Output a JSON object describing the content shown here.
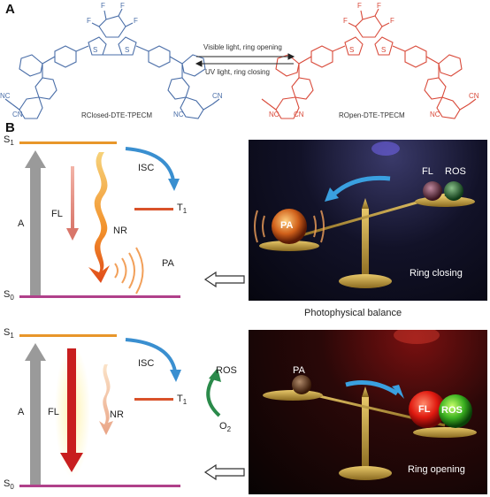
{
  "panelA": {
    "letter": "A",
    "closed_label": "RClosed-DTE-TPECM",
    "open_label": "ROpen-DTE-TPECM",
    "forward_label": "Visible light, ring opening",
    "reverse_label": "UV light, ring closing",
    "cf3_label": "F",
    "cn_label": "CN",
    "nc_label": "NC",
    "s_label": "S"
  },
  "panelB": {
    "letter": "B",
    "top": {
      "s1": "S",
      "s1_sub": "1",
      "s0": "S",
      "s0_sub": "0",
      "t1": "T",
      "t1_sub": "1",
      "a": "A",
      "fl": "FL",
      "nr": "NR",
      "isc": "ISC",
      "pa": "PA"
    },
    "bottom": {
      "s1": "S",
      "s1_sub": "1",
      "s0": "S",
      "s0_sub": "0",
      "t1": "T",
      "t1_sub": "1",
      "a": "A",
      "fl": "FL",
      "nr": "NR",
      "isc": "ISC",
      "ros": "ROS",
      "o2": "O",
      "o2_sub": "2"
    },
    "middle_caption": "Photophysical balance",
    "photo_top": {
      "pa": "PA",
      "fl": "FL",
      "ros": "ROS",
      "caption": "Ring closing"
    },
    "photo_bottom": {
      "pa": "PA",
      "fl": "FL",
      "ros": "ROS",
      "caption": "Ring opening"
    }
  },
  "colors": {
    "closed_structure": "#4a6ea8",
    "open_structure": "#d94a3a",
    "s1_level": "#e8962a",
    "s0_level": "#b0408a",
    "t1_level": "#d9522a",
    "absorb_arrow": "#9a9a9a",
    "isc_arrow": "#3a8fd0",
    "ros_arrow": "#2a8a4a",
    "fl_strong": "#c81e1e"
  }
}
